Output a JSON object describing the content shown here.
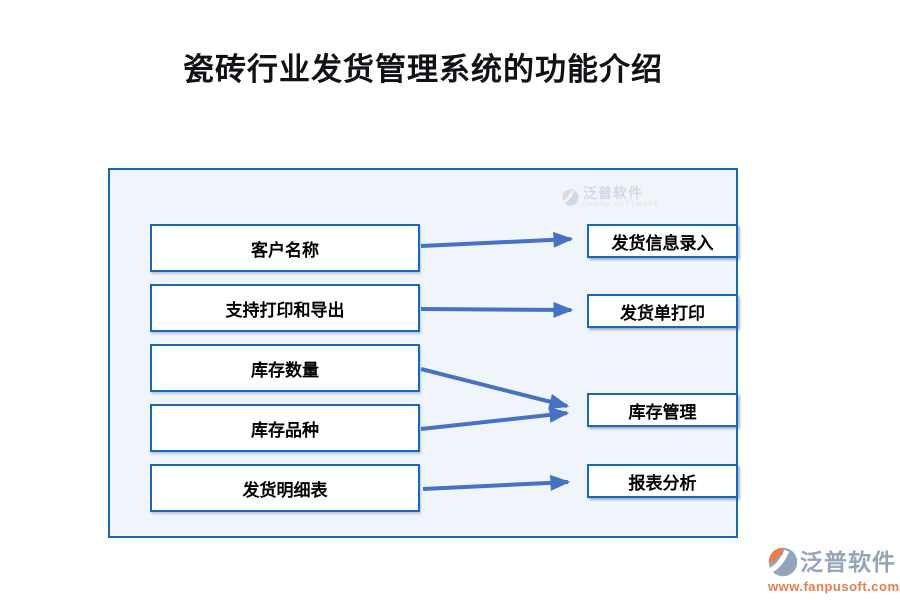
{
  "title": "瓷砖行业发货管理系统的功能介绍",
  "diagram": {
    "left_boxes": [
      {
        "label": "客户名称"
      },
      {
        "label": "支持打印和导出"
      },
      {
        "label": "库存数量"
      },
      {
        "label": "库存品种"
      },
      {
        "label": "发货明细表"
      }
    ],
    "right_boxes": [
      {
        "label": "发货信息录入"
      },
      {
        "label": "发货单打印"
      },
      {
        "label": "库存管理"
      },
      {
        "label": "报表分析"
      }
    ],
    "connections": [
      {
        "from": "客户名称",
        "to": "发货信息录入"
      },
      {
        "from": "支持打印和导出",
        "to": "发货单打印"
      },
      {
        "from": "库存数量",
        "to": "库存管理"
      },
      {
        "from": "库存品种",
        "to": "库存管理"
      },
      {
        "from": "发货明细表",
        "to": "报表分析"
      }
    ]
  },
  "watermark": {
    "brand": "泛普软件",
    "subtitle": "FANPU SOFTWARE"
  },
  "footer_logo": {
    "brand": "泛普软件",
    "url": "www.fanpusoft.com"
  },
  "colors": {
    "box_border": "#1669b2",
    "arrow": "#4672c4",
    "panel_bg": "#f0f5fb",
    "brand_gray": "#94a5ba",
    "brand_orange": "#ea7c4f"
  }
}
